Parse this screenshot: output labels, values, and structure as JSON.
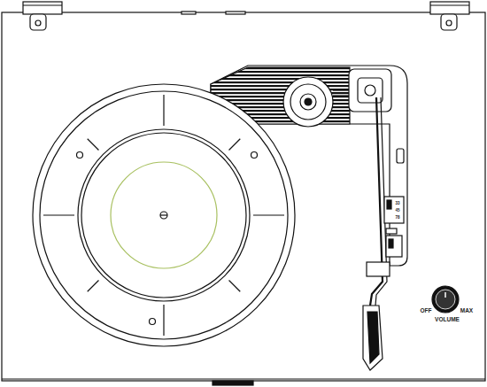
{
  "diagram": {
    "labels": [
      "33",
      "45",
      "78",
      "OFF",
      "MAX",
      "VOLUME"
    ]
  }
}
